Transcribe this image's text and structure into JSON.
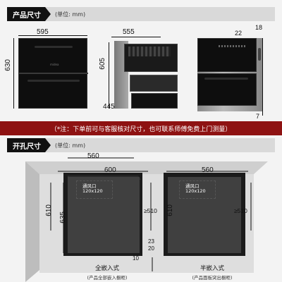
{
  "header_top": {
    "tag": "产品尺寸",
    "unit": "(单位: mm)"
  },
  "product": {
    "front_width": "595",
    "front_height": "630",
    "side_depth": "555",
    "side_height": "605",
    "side_inner": "445",
    "right_offset_top": "22",
    "right_thickness": "18",
    "right_bottom": "7"
  },
  "notice": "（*注：下单前可与客服核对尺寸，也可联系师傅免费上门测量）",
  "header_bottom": {
    "tag": "开孔尺寸",
    "unit": "(单位: mm)"
  },
  "full_embed": {
    "top_width": "560",
    "inner_width": "600",
    "left_height": "610",
    "inner_height": "635",
    "right_gap": "≥510",
    "vent_label": "通风口",
    "vent_size": "120x120",
    "gap_23": "23",
    "gap_20": "20",
    "gap_10": "10",
    "caption": "全嵌入式",
    "subcaption": "(产品全部嵌入橱柜)"
  },
  "half_embed": {
    "top_width": "560",
    "left_height": "610",
    "right_gap": "≥510",
    "vent_label": "通风口",
    "vent_size": "120x120",
    "caption": "半嵌入式",
    "subcaption": "(产品面板突出橱柜)"
  },
  "colors": {
    "notice_bg": "#8e1212",
    "cabinet": "#dcdcdc",
    "appliance": "#111111"
  }
}
